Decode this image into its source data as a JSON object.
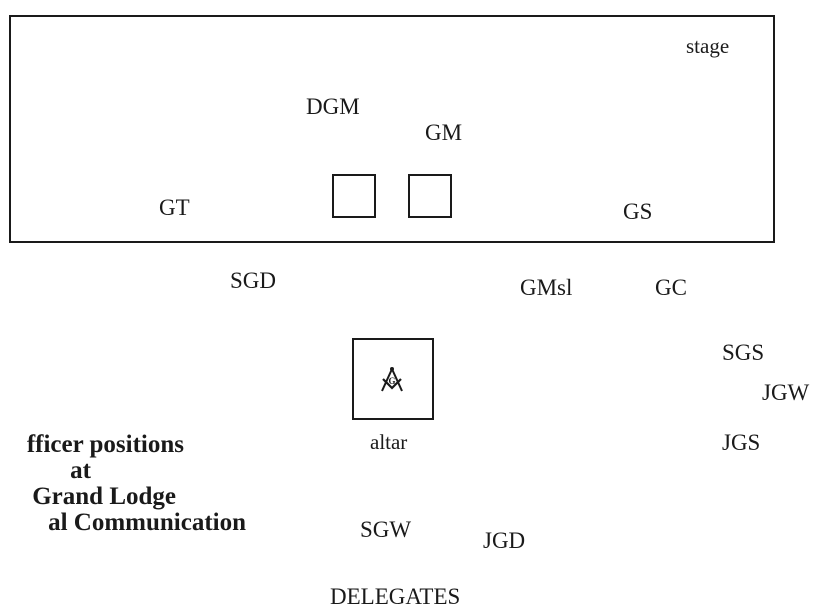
{
  "diagram": {
    "stage_label": "stage",
    "positions": {
      "dgm": "DGM",
      "gm": "GM",
      "gt": "GT",
      "gs": "GS",
      "sgd": "SGD",
      "gmsl": "GMsl",
      "gc": "GC",
      "sgs": "SGS",
      "jgw": "JGW",
      "jgs": "JGS",
      "sgw": "SGW",
      "jgd": "JGD"
    },
    "altar_label": "altar",
    "altar_icon": "square-and-compasses-icon",
    "delegates_label": "DELEGATES",
    "caption": {
      "line1": "fficer positions",
      "line2": "at",
      "line3": "Grand Lodge",
      "line4": "al Communication"
    }
  }
}
